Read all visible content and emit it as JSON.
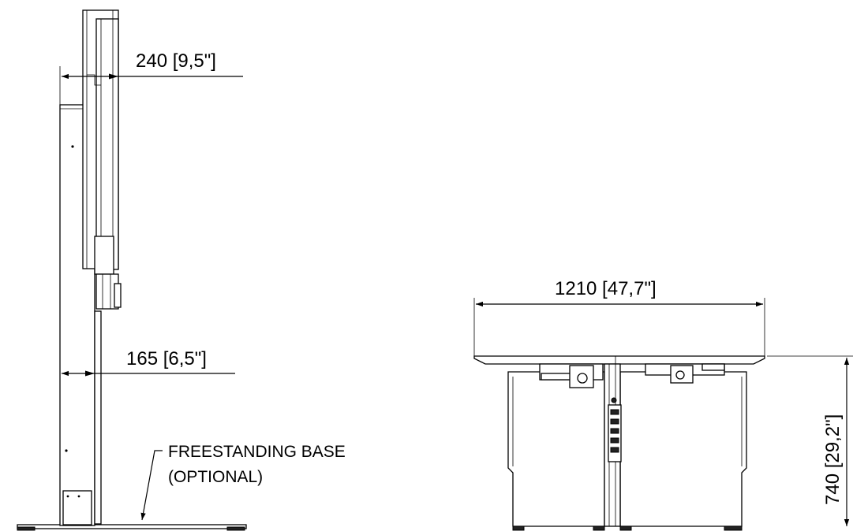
{
  "dimensions": {
    "side_depth_top": "240 [9,5\"]",
    "side_depth_bottom": "165 [6,5\"]",
    "width": "1210 [47,7\"]",
    "height": "740 [29,2\"]"
  },
  "note": {
    "line1": "FREESTANDING BASE",
    "line2": "(OPTIONAL)"
  }
}
